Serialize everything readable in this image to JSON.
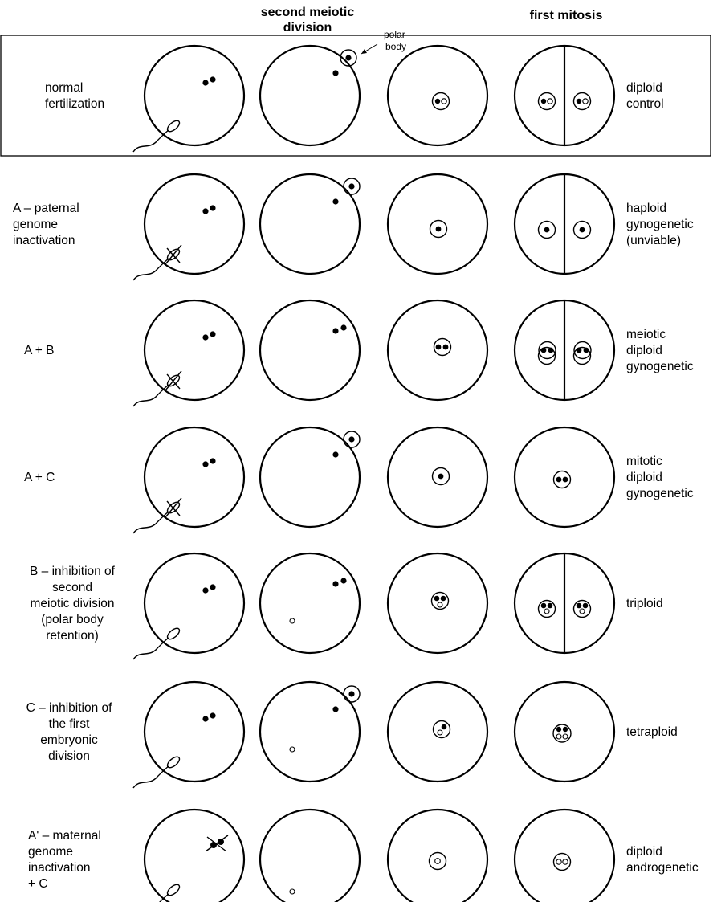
{
  "headers": {
    "col2": [
      "second meiotic",
      "division"
    ],
    "col4": "first mitosis",
    "polar_body": [
      "polar",
      "body"
    ]
  },
  "rows": [
    {
      "label": [
        "normal",
        "fertilization"
      ],
      "result": [
        "diploid",
        "control"
      ]
    },
    {
      "label": [
        "A – paternal",
        "genome",
        "inactivation"
      ],
      "result": [
        "haploid",
        "gynogenetic",
        "(unviable)"
      ]
    },
    {
      "label": [
        "A + B"
      ],
      "result": [
        "meiotic",
        "diploid",
        "gynogenetic"
      ]
    },
    {
      "label": [
        "A + C"
      ],
      "result": [
        "mitotic",
        "diploid",
        "gynogenetic"
      ]
    },
    {
      "label": [
        "B – inhibition of",
        "second",
        "meiotic division",
        "(polar body",
        "retention)"
      ],
      "result": [
        "triploid"
      ]
    },
    {
      "label": [
        "C – inhibition of",
        "the first",
        "embryonic",
        "division"
      ],
      "result": [
        "tetraploid"
      ]
    },
    {
      "label": [
        "A' – maternal",
        "genome",
        "inactivation",
        "+ C"
      ],
      "result": [
        "diploid",
        "androgenetic"
      ]
    }
  ]
}
